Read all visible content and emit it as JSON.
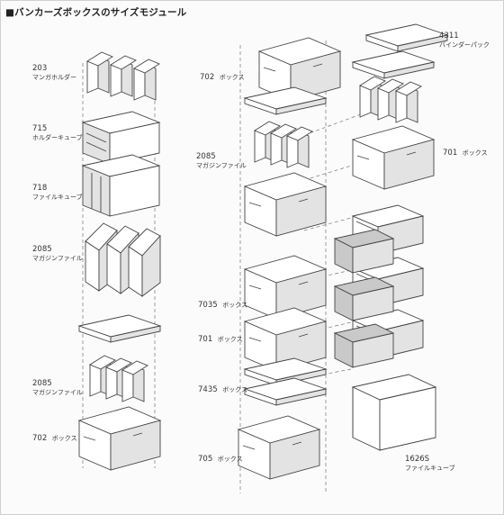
{
  "title": "■バンカーズボックスのサイズモジュール",
  "labels": [
    {
      "id": "l203",
      "code": "203",
      "name": "マンガホルダー"
    },
    {
      "id": "l715",
      "code": "715",
      "name": "ホルダーキューブ"
    },
    {
      "id": "l718",
      "code": "718",
      "name": "ファイルキューブ"
    },
    {
      "id": "l2085a",
      "code": "2085",
      "name": "マガジンファイル"
    },
    {
      "id": "l2085b",
      "code": "2085",
      "name": "マガジンファイル"
    },
    {
      "id": "l702a",
      "code": "702",
      "name": "ボックス"
    },
    {
      "id": "l702b",
      "code": "702",
      "name": "ボックス"
    },
    {
      "id": "l2085c",
      "code": "2085",
      "name": "マガジンファイル"
    },
    {
      "id": "l7035",
      "code": "7035",
      "name": "ボックス"
    },
    {
      "id": "l701a",
      "code": "701",
      "name": "ボックス"
    },
    {
      "id": "l7435",
      "code": "7435",
      "name": "ボックス"
    },
    {
      "id": "l705",
      "code": "705",
      "name": "ボックス"
    },
    {
      "id": "l4311",
      "code": "4311",
      "name": "バインダーパック"
    },
    {
      "id": "l701b",
      "code": "701",
      "name": "ボックス"
    },
    {
      "id": "l1626",
      "code": "1626S",
      "name": "ファイルキューブ"
    }
  ]
}
